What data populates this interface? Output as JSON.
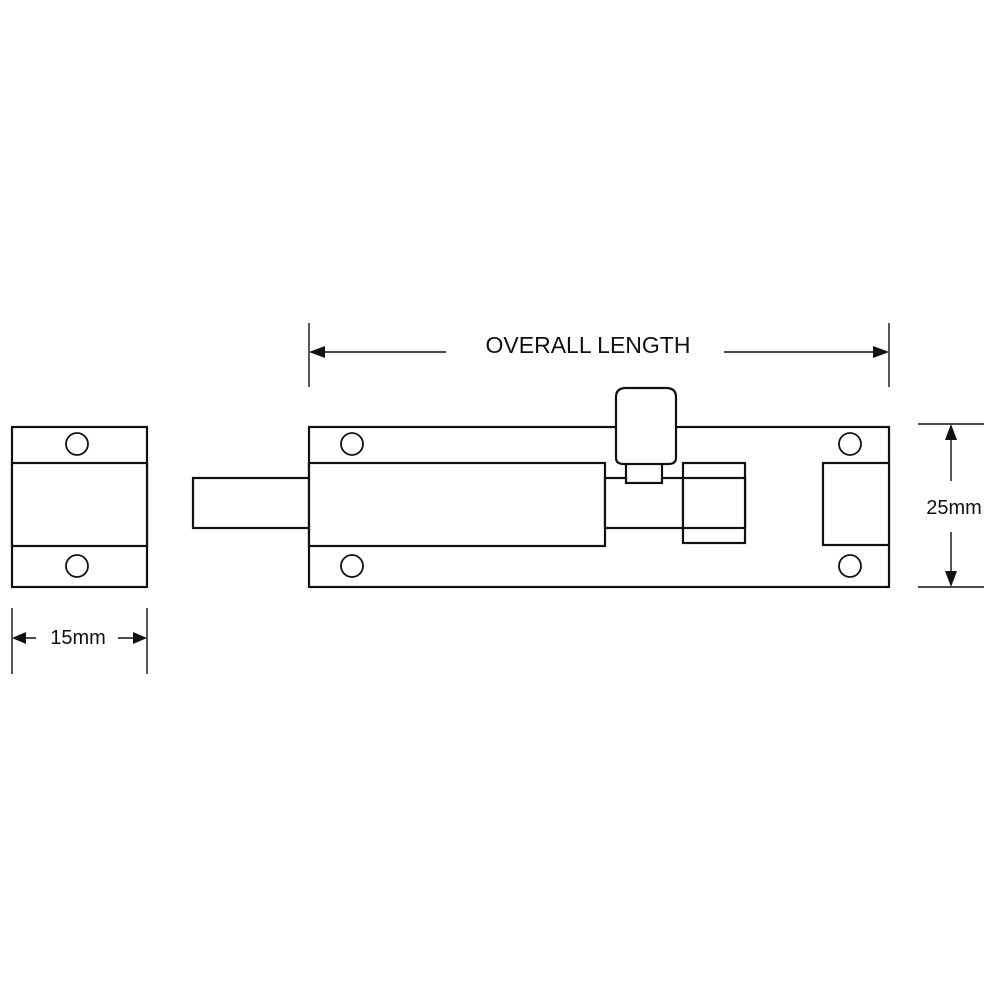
{
  "labels": {
    "overall_length": "OVERALL LENGTH",
    "height": "25mm",
    "width": "15mm"
  },
  "colors": {
    "line": "#111111",
    "background": "#ffffff"
  }
}
